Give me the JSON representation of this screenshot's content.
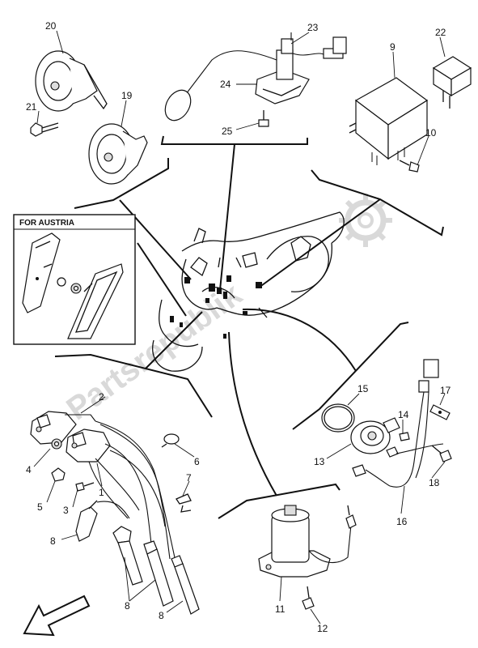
{
  "inset": {
    "title": "FOR AUSTRIA"
  },
  "watermark": {
    "text": "Partsrepublik",
    "color": "#d9d9d9"
  },
  "parts": [
    {
      "id": "p20",
      "label": "20",
      "name": "horn (left)"
    },
    {
      "id": "p21",
      "label": "21",
      "name": "bolt"
    },
    {
      "id": "p19",
      "label": "19",
      "name": "horn (right)"
    },
    {
      "id": "p23",
      "label": "23",
      "name": "fuel sender"
    },
    {
      "id": "p24",
      "label": "24",
      "name": "gasket"
    },
    {
      "id": "p25",
      "label": "25",
      "name": "screw"
    },
    {
      "id": "p9",
      "label": "9",
      "name": "control unit"
    },
    {
      "id": "p22",
      "label": "22",
      "name": "relay"
    },
    {
      "id": "p10",
      "label": "10",
      "name": "bolt"
    },
    {
      "id": "p2",
      "label": "2",
      "name": "ignition coil"
    },
    {
      "id": "p4",
      "label": "4",
      "name": "nut"
    },
    {
      "id": "p1",
      "label": "1",
      "name": "ignition coil"
    },
    {
      "id": "p5",
      "label": "5",
      "name": "collar"
    },
    {
      "id": "p3",
      "label": "3",
      "name": "bolt"
    },
    {
      "id": "p6",
      "label": "6",
      "name": "clamp"
    },
    {
      "id": "p7",
      "label": "7",
      "name": "clip"
    },
    {
      "id": "p8a",
      "label": "8",
      "name": "plug cap"
    },
    {
      "id": "p8b",
      "label": "8",
      "name": "plug cap"
    },
    {
      "id": "p8c",
      "label": "8",
      "name": "plug cap"
    },
    {
      "id": "p15",
      "label": "15",
      "name": "o-ring"
    },
    {
      "id": "p14",
      "label": "14",
      "name": "screw"
    },
    {
      "id": "p17",
      "label": "17",
      "name": "clamp"
    },
    {
      "id": "p13",
      "label": "13",
      "name": "neutral switch"
    },
    {
      "id": "p18",
      "label": "18",
      "name": "bolt"
    },
    {
      "id": "p16",
      "label": "16",
      "name": "lead"
    },
    {
      "id": "p11",
      "label": "11",
      "name": "starter relay"
    },
    {
      "id": "p12",
      "label": "12",
      "name": "bolt"
    }
  ]
}
